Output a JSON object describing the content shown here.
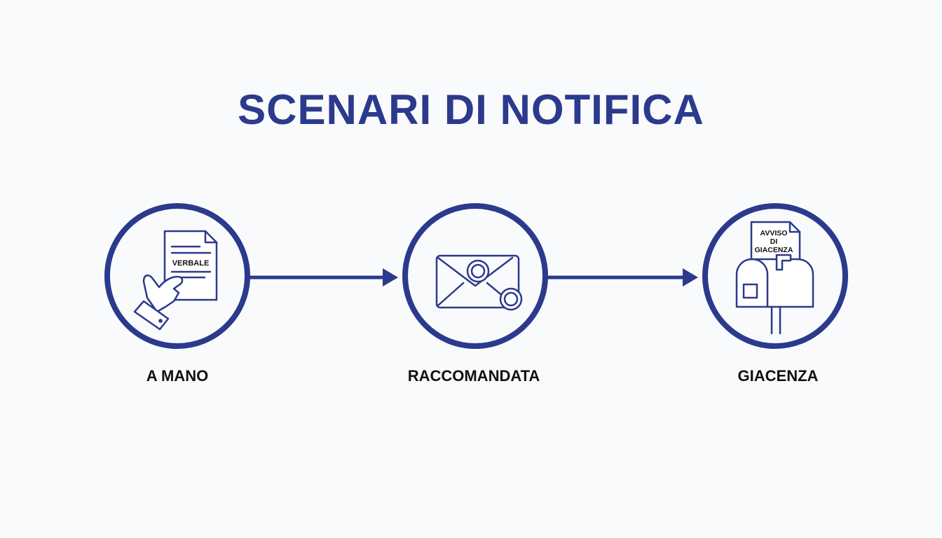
{
  "title": "SCENARI DI NOTIFICA",
  "colors": {
    "primary": "#2b3a8c",
    "label": "#111111",
    "background": "#f9fafb"
  },
  "steps": [
    {
      "label": "A MANO",
      "icon": "hand-holding-document-icon",
      "doc_text": "VERBALE"
    },
    {
      "label": "RACCOMANDATA",
      "icon": "envelope-with-seals-icon"
    },
    {
      "label": "GIACENZA",
      "icon": "mailbox-with-notice-icon",
      "doc_text_lines": [
        "AVVISO",
        "DI",
        "GIACENZA"
      ]
    }
  ],
  "connectors": [
    {
      "from": "A MANO",
      "to": "RACCOMANDATA",
      "type": "arrow"
    },
    {
      "from": "RACCOMANDATA",
      "to": "GIACENZA",
      "type": "arrow"
    }
  ]
}
